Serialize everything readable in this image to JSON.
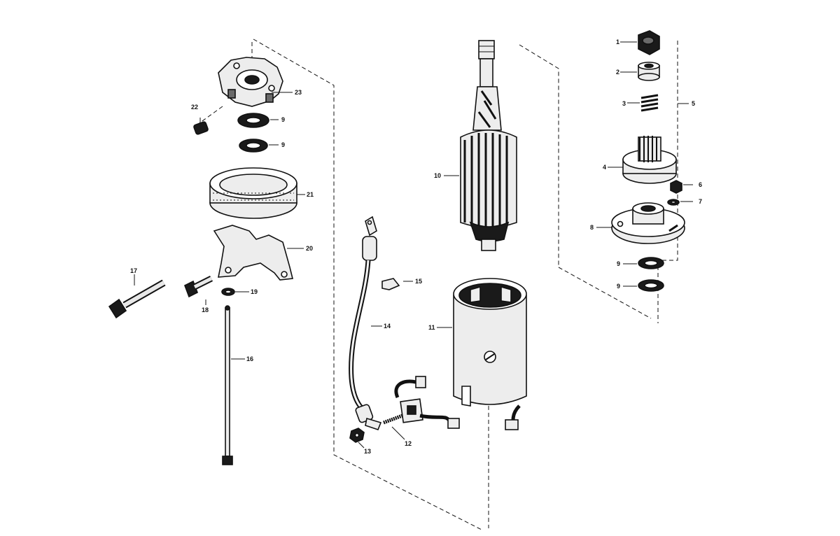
{
  "diagram": {
    "callouts": [
      {
        "id": "c1",
        "text": "1"
      },
      {
        "id": "c2",
        "text": "2"
      },
      {
        "id": "c3",
        "text": "3"
      },
      {
        "id": "c4",
        "text": "4"
      },
      {
        "id": "c5",
        "text": "5"
      },
      {
        "id": "c6",
        "text": "6"
      },
      {
        "id": "c7",
        "text": "7"
      },
      {
        "id": "c8",
        "text": "8"
      },
      {
        "id": "c9a",
        "text": "9"
      },
      {
        "id": "c9b",
        "text": "9"
      },
      {
        "id": "c9c",
        "text": "9"
      },
      {
        "id": "c9d",
        "text": "9"
      },
      {
        "id": "c10",
        "text": "10"
      },
      {
        "id": "c11",
        "text": "11"
      },
      {
        "id": "c12",
        "text": "12"
      },
      {
        "id": "c13",
        "text": "13"
      },
      {
        "id": "c14",
        "text": "14"
      },
      {
        "id": "c15",
        "text": "15"
      },
      {
        "id": "c16",
        "text": "16"
      },
      {
        "id": "c17",
        "text": "17"
      },
      {
        "id": "c18",
        "text": "18"
      },
      {
        "id": "c19",
        "text": "19"
      },
      {
        "id": "c20",
        "text": "20"
      },
      {
        "id": "c21",
        "text": "21"
      },
      {
        "id": "c22",
        "text": "22"
      },
      {
        "id": "c23",
        "text": "23"
      }
    ]
  }
}
